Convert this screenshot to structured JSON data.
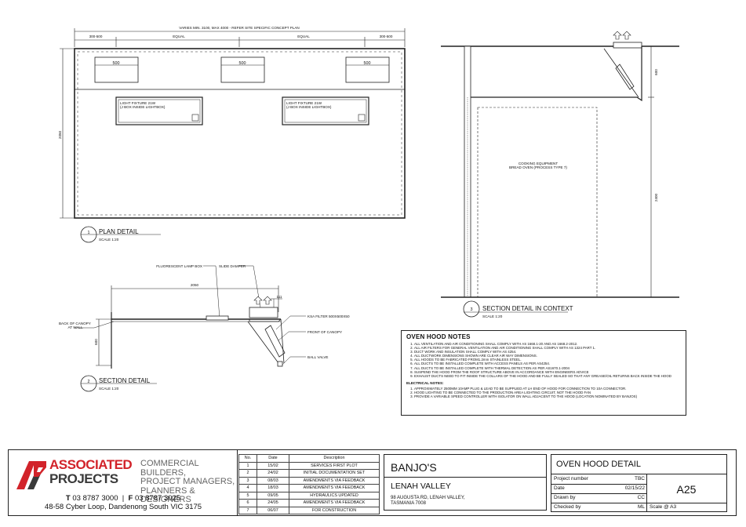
{
  "plan": {
    "dim_top": "VARIES MIN. 3100, MAX 4000 - REFER SITE SPECIFIC CONCEPT PLAN",
    "dim_seg_left": "300-500",
    "dim_seg_equal1": "EQUAL",
    "dim_seg_equal2": "EQUAL",
    "dim_seg_right": "300-500",
    "box_label": "500",
    "fixture_line1": "LIGHT FIXTURE 21W",
    "fixture_line2": "(J BOX INSIDE LIGHTBOX)",
    "dim_height": "2050",
    "detail_no": "1",
    "detail_title": "PLAN DETAIL",
    "scale": "SCALE 1:20"
  },
  "section": {
    "label_lamp": "FLUORESCENT LAMP BOX",
    "label_damper": "SLIDE DAMPER",
    "dim_width": "2050",
    "dim_111": "111",
    "dim_600": "600",
    "label_back": "BACK OF CANOPY\nAT WALL",
    "label_filter": "KSA FILTER 500X500X50",
    "label_front": "FRONT OF CANOPY",
    "label_valve": "BALL VALVE",
    "detail_no": "2",
    "detail_title": "SECTION DETAIL",
    "scale": "SCALE 1:20"
  },
  "context": {
    "dim_600": "600",
    "dim_2400": "2400",
    "equip_line1": "COOKING EQUIPMENT",
    "equip_line2": "BREAD OVEN (PROCESS TYPE 7)",
    "detail_no": "3",
    "detail_title": "SECTION DETAIL IN CONTEXT",
    "scale": "SCALE 1:20"
  },
  "notes": {
    "title": "OVEN HOOD NOTES",
    "items": [
      "ALL VENTILATION AND AIR CONDITIONING SHALL COMPLY WITH AS 1668.1-20 AND AS 1668.2-2012.",
      "ALL AIR FILTERS FOR GENERAL VENTILATION AND AIR CONDITIONING SHALL COMPLY WITH AS 1324 PART 1.",
      "DUCT WORK AND INSULATION SHALL COMPLY WITH AS 4254.",
      "ALL DUCTWORK DIMENSIONS SHOWN ARE CLEAR AIR WAY DIMENSIONS.",
      "ALL HOODS TO BE FABRICATED FROM1.2mm STAINLESS STEEL.",
      "ALL DUCTS TO BE INSTALLED COMPLETE WITH ACCESS PANELS AS PER AS4254.",
      "ALL DUCTS TO BE INSTALLED COMPLETE WITH THERMAL DETECTION AS PER AS1670.1-2004",
      "SUSPEND THE HOOD FROM THE ROOF STRUCTURE ABOVE IN ACCORDANCE WITH ENGINEERS ADVICE",
      "EXHAUST DUCTS NEED TO FIT INSIDE THE COLLARS OF THE HOOD AND BE FULLY SEALED SO THAT ANY GREASE/OIL RETURNS BACK INSIDE THE HOOD"
    ],
    "electrical_title": "ELECTRICAL NOTES:",
    "electrical_items": [
      "APPROXIMATELY 2500MM 10AMP PLUG & LEAD TO BE SUPPLIED AT LH END OF HOOD FOR CONNECTION TO 10A CONNECTOR.",
      "HOOD LIGHTING TO BE CONNECTED TO THE PRODUCTION AREA LIGHTING CIRCUIT, NOT THE HOOD FAN",
      "PROVIDE A VARIABLE SPEED CONTROLLER WITH ISOLATOR ON WALL ADJACENT TO THE HOOD (LOCATION NOMINATED BY BANJOS)"
    ]
  },
  "titleblock": {
    "logo_word1": "ASSOCIATED",
    "logo_word2": "PROJECTS",
    "tagline1": "COMMERCIAL BUILDERS,",
    "tagline2": "PROJECT MANAGERS,",
    "tagline3": "PLANNERS & DESIGNERS",
    "phone_t_label": "T",
    "phone_t": "03 8787 3000",
    "phone_f_label": "F",
    "phone_f": "03 8787 3025",
    "address": "48-58 Cyber Loop, Dandenong South VIC 3175",
    "rev_headers": [
      "No.",
      "Date",
      "Description"
    ],
    "revisions": [
      [
        "1",
        "15/02",
        "SERVICES FIRST PLOT"
      ],
      [
        "2",
        "24/02",
        "INITIAL DOCUMENTATION SET"
      ],
      [
        "3",
        "08/03",
        "AMENDMENTS VIA FEEDBACK"
      ],
      [
        "4",
        "18/03",
        "AMENDMENTS VIA FEEDBACK"
      ],
      [
        "5",
        "09/05",
        "HYDRAULICS UPDATED"
      ],
      [
        "6",
        "24/05",
        "AMENDMENTS VIA FEEDBACK"
      ],
      [
        "7",
        "06/07",
        "FOR CONSTRUCTION"
      ]
    ],
    "client": "BANJO'S",
    "site": "LENAH VALLEY",
    "address1": "98 AUGUSTA RD, LENAH VALLEY,",
    "address2": "TASMANIA 7008",
    "sheet_title": "OVEN HOOD DETAIL",
    "project_number_label": "Project number",
    "project_number": "TBC",
    "date_label": "Date",
    "date": "02/15/22",
    "drawn_by_label": "Drawn by",
    "drawn_by": "CC",
    "checked_by_label": "Checked by",
    "checked_by": "ML",
    "sheet_no": "A25",
    "scale": "Scale @ A3"
  }
}
